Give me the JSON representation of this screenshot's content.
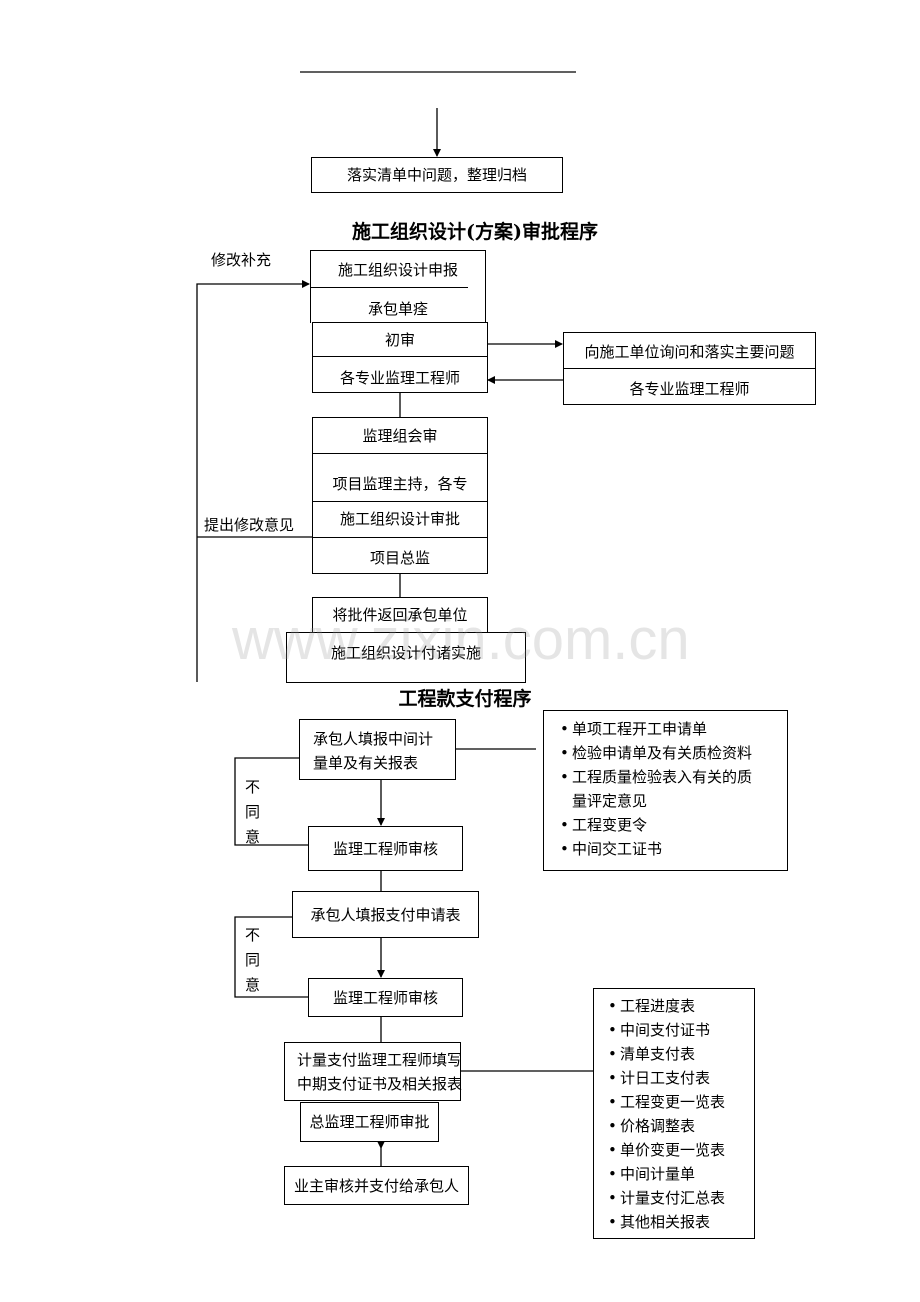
{
  "top_box": {
    "label": "落实清单中问题，整理归档"
  },
  "section1": {
    "title": "施工组织设计(方案)审批程序",
    "loop_label_top": "修改补充",
    "loop_label_side": "提出修改意见",
    "box_submit": {
      "title": "施工组织设计申报",
      "sub": "承包单痊"
    },
    "box_initial": {
      "title": "初审",
      "sub": "各专业监理工程师"
    },
    "box_inquiry": {
      "title": "向施工单位询问和落实主要问题",
      "sub": "各专业监理工程师"
    },
    "box_joint": {
      "title": "监理组会审",
      "sub": "项目监理主持，各专"
    },
    "box_approve": {
      "title": "施工组织设计审批",
      "sub": "项目总监"
    },
    "box_return": {
      "title": "将批件返回承包单位"
    },
    "box_implement": {
      "title": "施工组织设计付诸实施"
    }
  },
  "section2": {
    "title": "工程款支付程序",
    "reject_label": [
      "不",
      "同",
      "意"
    ],
    "box1": {
      "line1": "承包人填报中间计",
      "line2": "量单及有关报表"
    },
    "box2": {
      "label": "监理工程师审核"
    },
    "box3": {
      "label": "承包人填报支付申请表"
    },
    "box4": {
      "label": "监理工程师审核"
    },
    "box5": {
      "line1": "计量支付监理工程师填写",
      "line2": "中期支付证书及相关报表"
    },
    "box6": {
      "label": "总监理工程师审批"
    },
    "box7": {
      "label": "业主审核并支付给承包人"
    },
    "list1": [
      "单项工程开工申请单",
      "检验申请单及有关质检资料",
      "工程质量检验表入有关的质",
      "量评定意见",
      "工程变更令",
      "中间交工证书"
    ],
    "list2": [
      "工程进度表",
      "中间支付证书",
      "清单支付表",
      "计日工支付表",
      "工程变更一览表",
      "价格调整表",
      "单价变更一览表",
      "中间计量单",
      "计量支付汇总表",
      "其他相关报表"
    ]
  },
  "watermark": "www.zixin.com.cn"
}
